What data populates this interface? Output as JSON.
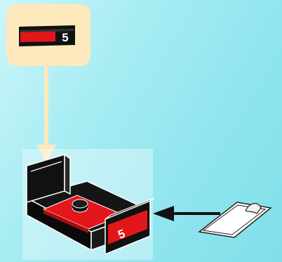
{
  "callout": {
    "sticker_label": "5"
  },
  "model": {
    "sticker_label": "5"
  },
  "colors": {
    "callout_bg": "#fde9bd",
    "connector": "#fde9bd",
    "brick_black": "#111111",
    "brick_red": "#e3161a",
    "sticker_sheet": "#ffffff"
  },
  "icons": {
    "sticker": "sticker-icon",
    "model": "brick-model",
    "sheet": "sticker-sheet-icon",
    "arrow": "arrow-left-icon"
  }
}
